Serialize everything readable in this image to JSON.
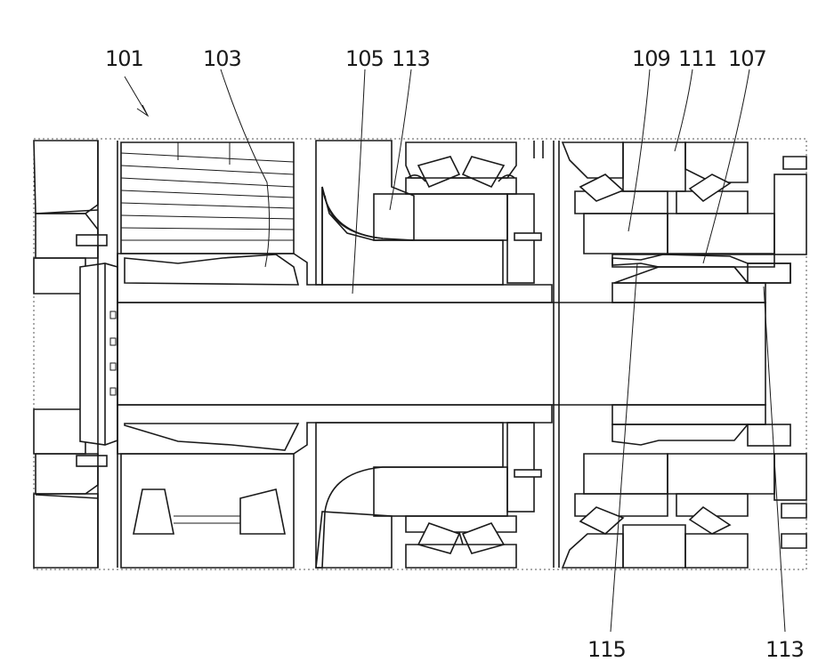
{
  "figure": {
    "labels": {
      "l101": "101",
      "l103": "103",
      "l105": "105",
      "l113_top": "113",
      "l109": "109",
      "l111": "111",
      "l107": "107",
      "l115": "115",
      "l113_bottom": "113"
    }
  }
}
